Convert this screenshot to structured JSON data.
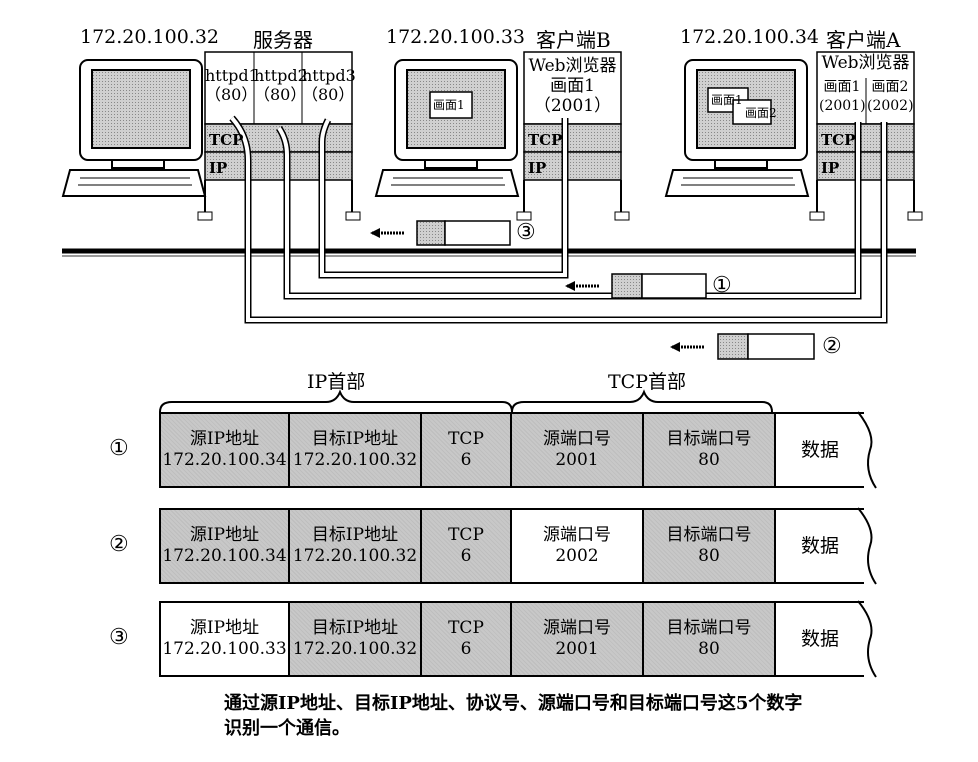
{
  "hosts": {
    "server": {
      "ip": "172.20.100.32",
      "title": "服务器",
      "apps": [
        {
          "name": "httpd1",
          "port": "（80）"
        },
        {
          "name": "httpd2",
          "port": "（80）"
        },
        {
          "name": "httpd3",
          "port": "（80）"
        }
      ]
    },
    "client_b": {
      "ip": "172.20.100.33",
      "title": "客户端B",
      "browser_line1": "Web浏览器",
      "browser_line2": "画面1",
      "browser_port": "（2001）",
      "screen_window": "画面1"
    },
    "client_a": {
      "ip": "172.20.100.34",
      "title": "客户端A",
      "browser_line1": "Web浏览器",
      "tab1": "画面1",
      "tab2": "画面2",
      "port1": "(2001)",
      "port2": "(2002)",
      "screen_window1": "画面1",
      "screen_window2": "画面2"
    },
    "layers": {
      "tcp": "TCP",
      "ip": "IP"
    }
  },
  "flow_markers": [
    "①",
    "②",
    "③"
  ],
  "headers": {
    "ip_header": "IP首部",
    "tcp_header": "TCP首部"
  },
  "packets": [
    {
      "num": "①",
      "src_ip_label": "源IP地址",
      "src_ip": "172.20.100.34",
      "dst_ip_label": "目标IP地址",
      "dst_ip": "172.20.100.32",
      "proto_label": "TCP",
      "proto": "6",
      "src_port_label": "源端口号",
      "src_port": "2001",
      "dst_port_label": "目标端口号",
      "dst_port": "80",
      "data_label": "数据"
    },
    {
      "num": "②",
      "src_ip_label": "源IP地址",
      "src_ip": "172.20.100.34",
      "dst_ip_label": "目标IP地址",
      "dst_ip": "172.20.100.32",
      "proto_label": "TCP",
      "proto": "6",
      "src_port_label": "源端口号",
      "src_port": "2002",
      "dst_port_label": "目标端口号",
      "dst_port": "80",
      "data_label": "数据"
    },
    {
      "num": "③",
      "src_ip_label": "源IP地址",
      "src_ip": "172.20.100.33",
      "dst_ip_label": "目标IP地址",
      "dst_ip": "172.20.100.32",
      "proto_label": "TCP",
      "proto": "6",
      "src_port_label": "源端口号",
      "src_port": "2001",
      "dst_port_label": "目标端口号",
      "dst_port": "80",
      "data_label": "数据"
    }
  ],
  "caption_line1": "通过源IP地址、目标IP地址、协议号、源端口号和目标端口号这5个数字",
  "caption_line2": "识别一个通信。"
}
